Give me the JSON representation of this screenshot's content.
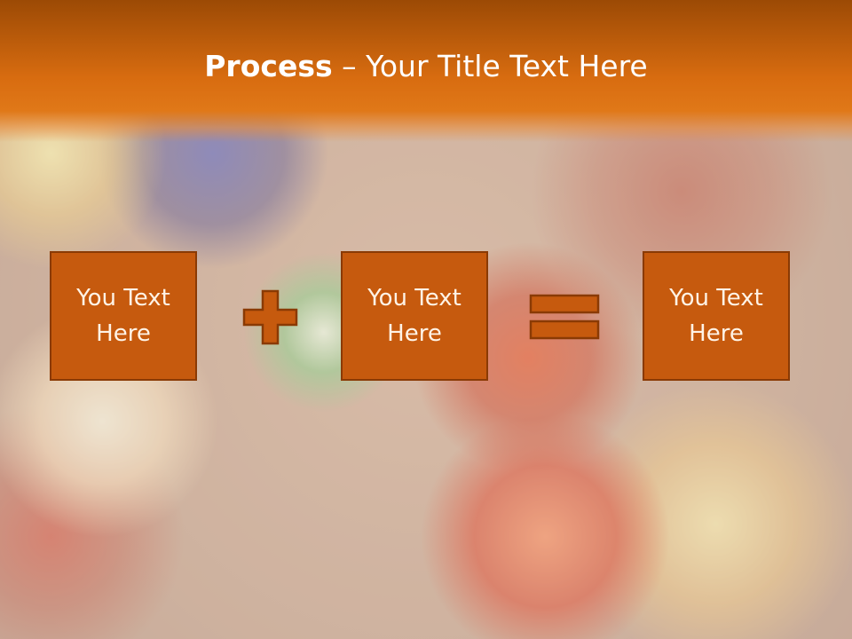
{
  "slide": {
    "title_bold": "Process",
    "title_rest": " – Your Title Text Here"
  },
  "boxes": [
    {
      "text": "You Text Here"
    },
    {
      "text": "You Text Here"
    },
    {
      "text": "You Text Here"
    }
  ],
  "colors": {
    "header_top": "#9c4a05",
    "header_bottom": "#d86c10",
    "box_fill": "#c65a0e",
    "box_border": "#8a3a04",
    "text": "#ffffff"
  },
  "icons": [
    "plus-icon",
    "equals-icon"
  ]
}
